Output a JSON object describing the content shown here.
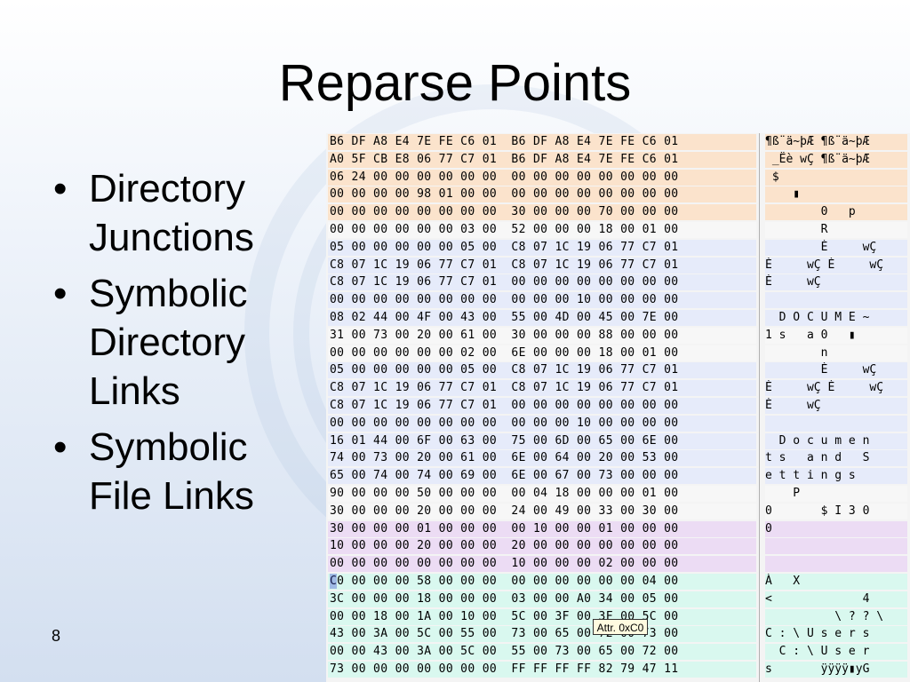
{
  "slide": {
    "title": "Reparse Points",
    "bullets": [
      "Directory\nJunctions",
      "Symbolic\nDirectory\nLinks",
      "Symbolic\nFile Links"
    ],
    "slide_number": "8"
  },
  "hex_view": {
    "tooltip": "Attr. 0xC0",
    "rows": [
      {
        "hex": "B6 DF A8 E4 7E FE C6 01  B6 DF A8 E4 7E FE C6 01",
        "ascii": "¶ß¨ä~þÆ ¶ß¨ä~þÆ",
        "color": "orange"
      },
      {
        "hex": "A0 5F CB E8 06 77 C7 01  B6 DF A8 E4 7E FE C6 01",
        "ascii": " _Ëè wÇ ¶ß¨ä~þÆ",
        "color": "orange"
      },
      {
        "hex": "06 24 00 00 00 00 00 00  00 00 00 00 00 00 00 00",
        "ascii": " $",
        "color": "orange"
      },
      {
        "hex": "00 00 00 00 98 01 00 00  00 00 00 00 00 00 00 00",
        "ascii": "    ▮",
        "color": "orange"
      },
      {
        "hex": "00 00 00 00 00 00 00 00  30 00 00 00 70 00 00 00",
        "ascii": "        0   p",
        "color": "orange"
      },
      {
        "hex": "00 00 00 00 00 00 03 00  52 00 00 00 18 00 01 00",
        "ascii": "        R",
        "color": "white"
      },
      {
        "hex": "05 00 00 00 00 00 05 00  C8 07 1C 19 06 77 C7 01",
        "ascii": "        È     wÇ",
        "color": "blue"
      },
      {
        "hex": "C8 07 1C 19 06 77 C7 01  C8 07 1C 19 06 77 C7 01",
        "ascii": "È     wÇ È     wÇ",
        "color": "blue"
      },
      {
        "hex": "C8 07 1C 19 06 77 C7 01  00 00 00 00 00 00 00 00",
        "ascii": "È     wÇ",
        "color": "blue"
      },
      {
        "hex": "00 00 00 00 00 00 00 00  00 00 00 10 00 00 00 00",
        "ascii": "",
        "color": "blue"
      },
      {
        "hex": "08 02 44 00 4F 00 43 00  55 00 4D 00 45 00 7E 00",
        "ascii": "  D O C U M E ~",
        "color": "blue"
      },
      {
        "hex": "31 00 73 00 20 00 61 00  30 00 00 00 88 00 00 00",
        "ascii": "1 s   a 0   ▮",
        "color": "white"
      },
      {
        "hex": "00 00 00 00 00 00 02 00  6E 00 00 00 18 00 01 00",
        "ascii": "        n",
        "color": "white"
      },
      {
        "hex": "05 00 00 00 00 00 05 00  C8 07 1C 19 06 77 C7 01",
        "ascii": "        È     wÇ",
        "color": "blue"
      },
      {
        "hex": "C8 07 1C 19 06 77 C7 01  C8 07 1C 19 06 77 C7 01",
        "ascii": "È     wÇ È     wÇ",
        "color": "blue"
      },
      {
        "hex": "C8 07 1C 19 06 77 C7 01  00 00 00 00 00 00 00 00",
        "ascii": "È     wÇ",
        "color": "blue"
      },
      {
        "hex": "00 00 00 00 00 00 00 00  00 00 00 10 00 00 00 00",
        "ascii": "",
        "color": "blue"
      },
      {
        "hex": "16 01 44 00 6F 00 63 00  75 00 6D 00 65 00 6E 00",
        "ascii": "  D o c u m e n",
        "color": "blue"
      },
      {
        "hex": "74 00 73 00 20 00 61 00  6E 00 64 00 20 00 53 00",
        "ascii": "t s   a n d   S",
        "color": "blue"
      },
      {
        "hex": "65 00 74 00 74 00 69 00  6E 00 67 00 73 00 00 00",
        "ascii": "e t t i n g s",
        "color": "blue"
      },
      {
        "hex": "90 00 00 00 50 00 00 00  00 04 18 00 00 00 01 00",
        "ascii": "    P",
        "color": "white"
      },
      {
        "hex": "30 00 00 00 20 00 00 00  24 00 49 00 33 00 30 00",
        "ascii": "0       $ I 3 0",
        "color": "white"
      },
      {
        "hex": "30 00 00 00 01 00 00 00  00 10 00 00 01 00 00 00",
        "ascii": "0",
        "color": "purple"
      },
      {
        "hex": "10 00 00 00 20 00 00 00  20 00 00 00 00 00 00 00",
        "ascii": "",
        "color": "purple"
      },
      {
        "hex": "00 00 00 00 00 00 00 00  10 00 00 00 02 00 00 00",
        "ascii": "",
        "color": "purple"
      },
      {
        "hex": "C0 00 00 00 58 00 00 00  00 00 00 00 00 00 04 00",
        "ascii": "À   X",
        "color": "mint"
      },
      {
        "hex": "3C 00 00 00 18 00 00 00  03 00 00 A0 34 00 05 00",
        "ascii": "<             4",
        "color": "mint"
      },
      {
        "hex": "00 00 18 00 1A 00 10 00  5C 00 3F 00 3F 00 5C 00",
        "ascii": "          \\ ? ? \\",
        "color": "mint"
      },
      {
        "hex": "43 00 3A 00 5C 00 55 00  73 00 65 00 72 00 73 00",
        "ascii": "C : \\ U s e r s",
        "color": "mint"
      },
      {
        "hex": "00 00 43 00 3A 00 5C 00  55 00 73 00 65 00 72 00",
        "ascii": "  C : \\ U s e r",
        "color": "mint"
      },
      {
        "hex": "73 00 00 00 00 00 00 00  FF FF FF FF 82 79 47 11",
        "ascii": "s       ÿÿÿÿ▮yG",
        "color": "mint"
      }
    ]
  }
}
